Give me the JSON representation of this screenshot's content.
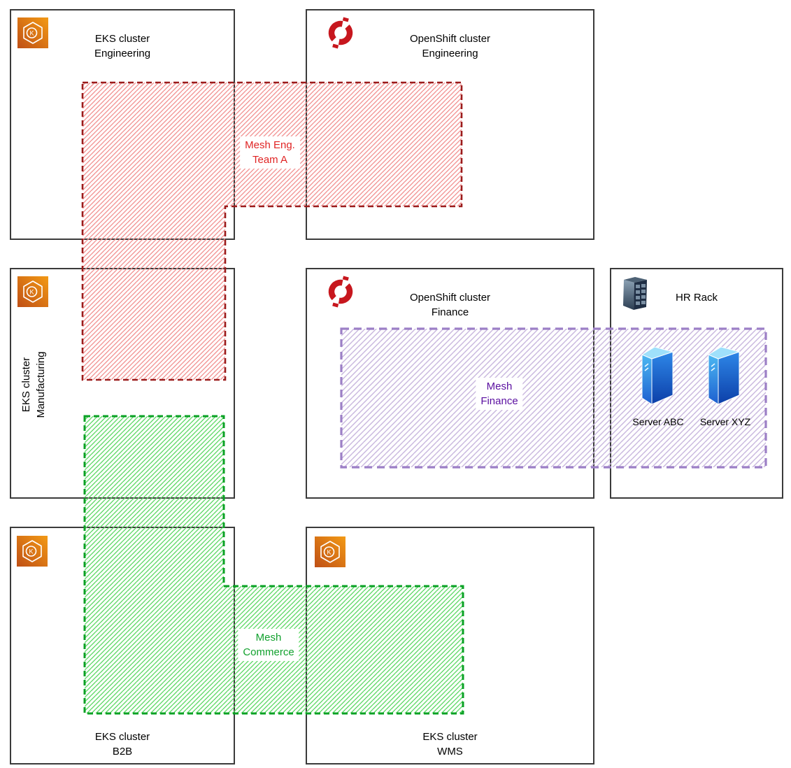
{
  "clusters": {
    "eks_engineering": {
      "line1": "EKS cluster",
      "line2": "Engineering",
      "icon": "eks-icon"
    },
    "openshift_engineering": {
      "line1": "OpenShift cluster",
      "line2": "Engineering",
      "icon": "openshift-icon"
    },
    "eks_manufacturing": {
      "line1": "EKS cluster",
      "line2": "Manufacturing",
      "icon": "eks-icon"
    },
    "openshift_finance": {
      "line1": "OpenShift cluster",
      "line2": "Finance",
      "icon": "openshift-icon"
    },
    "hr_rack": {
      "line1": "HR Rack",
      "icon": "server-rack-icon"
    },
    "eks_b2b": {
      "line1": "EKS cluster",
      "line2": "B2B",
      "icon": "eks-icon"
    },
    "eks_wms": {
      "line1": "EKS cluster",
      "line2": "WMS",
      "icon": "eks-icon"
    }
  },
  "meshes": {
    "eng_team_a": {
      "line1": "Mesh Eng.",
      "line2": "Team A",
      "border": "#9b1b1b",
      "hatch": "#f49c9c",
      "label_color": "#e02424"
    },
    "finance": {
      "line1": "Mesh",
      "line2": "Finance",
      "border": "#9c7fc6",
      "hatch": "#cebfe2",
      "label_color": "#5a0fa0"
    },
    "commerce": {
      "line1": "Mesh",
      "line2": "Commerce",
      "border": "#0aa124",
      "hatch": "#72df72",
      "label_color": "#12a12e"
    }
  },
  "servers": {
    "abc": {
      "label": "Server ABC"
    },
    "xyz": {
      "label": "Server XYZ"
    }
  },
  "icons": {
    "eks_letter": "K"
  },
  "colors": {
    "box_border": "#3b3b3b",
    "eks_icon_orange_dark": "#bf4f15",
    "eks_icon_orange_light": "#f39a15",
    "openshift_icon_red": "#c7171e",
    "server_tower_blue": "#1d5fd0",
    "rack_icon_dark": "#1f2e44"
  }
}
